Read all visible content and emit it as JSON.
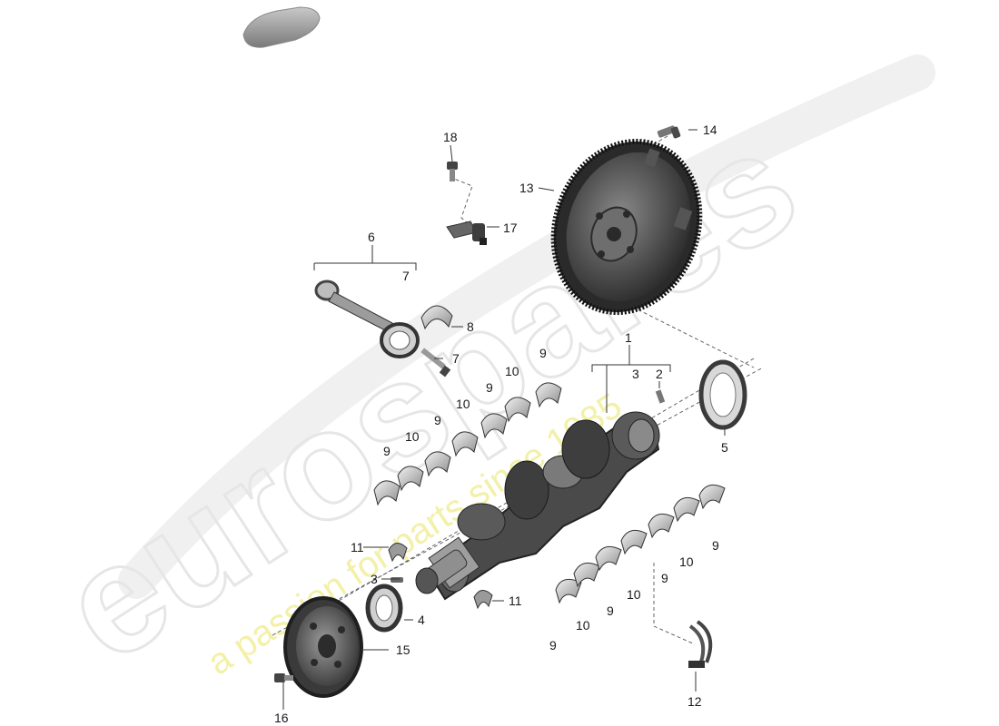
{
  "watermark": {
    "brand": "eurospares",
    "tagline": "a passion for parts since 1985"
  },
  "callouts": {
    "c1": "1",
    "c2": "2",
    "c3a": "3",
    "c3b": "3",
    "c4": "4",
    "c5": "5",
    "c6": "6",
    "c7a": "7",
    "c7b": "7",
    "c8": "8",
    "c9a": "9",
    "c9b": "9",
    "c9c": "9",
    "c9d": "9",
    "c9e": "9",
    "c9f": "9",
    "c9g": "9",
    "c9h": "9",
    "c10a": "10",
    "c10b": "10",
    "c10c": "10",
    "c10d": "10",
    "c10e": "10",
    "c10f": "10",
    "c11a": "11",
    "c11b": "11",
    "c12": "12",
    "c13": "13",
    "c14": "14",
    "c15": "15",
    "c16": "16",
    "c17": "17",
    "c18": "18"
  },
  "colors": {
    "part_dark": "#3a3a3a",
    "part_mid": "#6b6b6b",
    "part_light": "#a9a9a9",
    "watermark_gray": "#ececec",
    "watermark_yellow": "#f4f2b8"
  }
}
